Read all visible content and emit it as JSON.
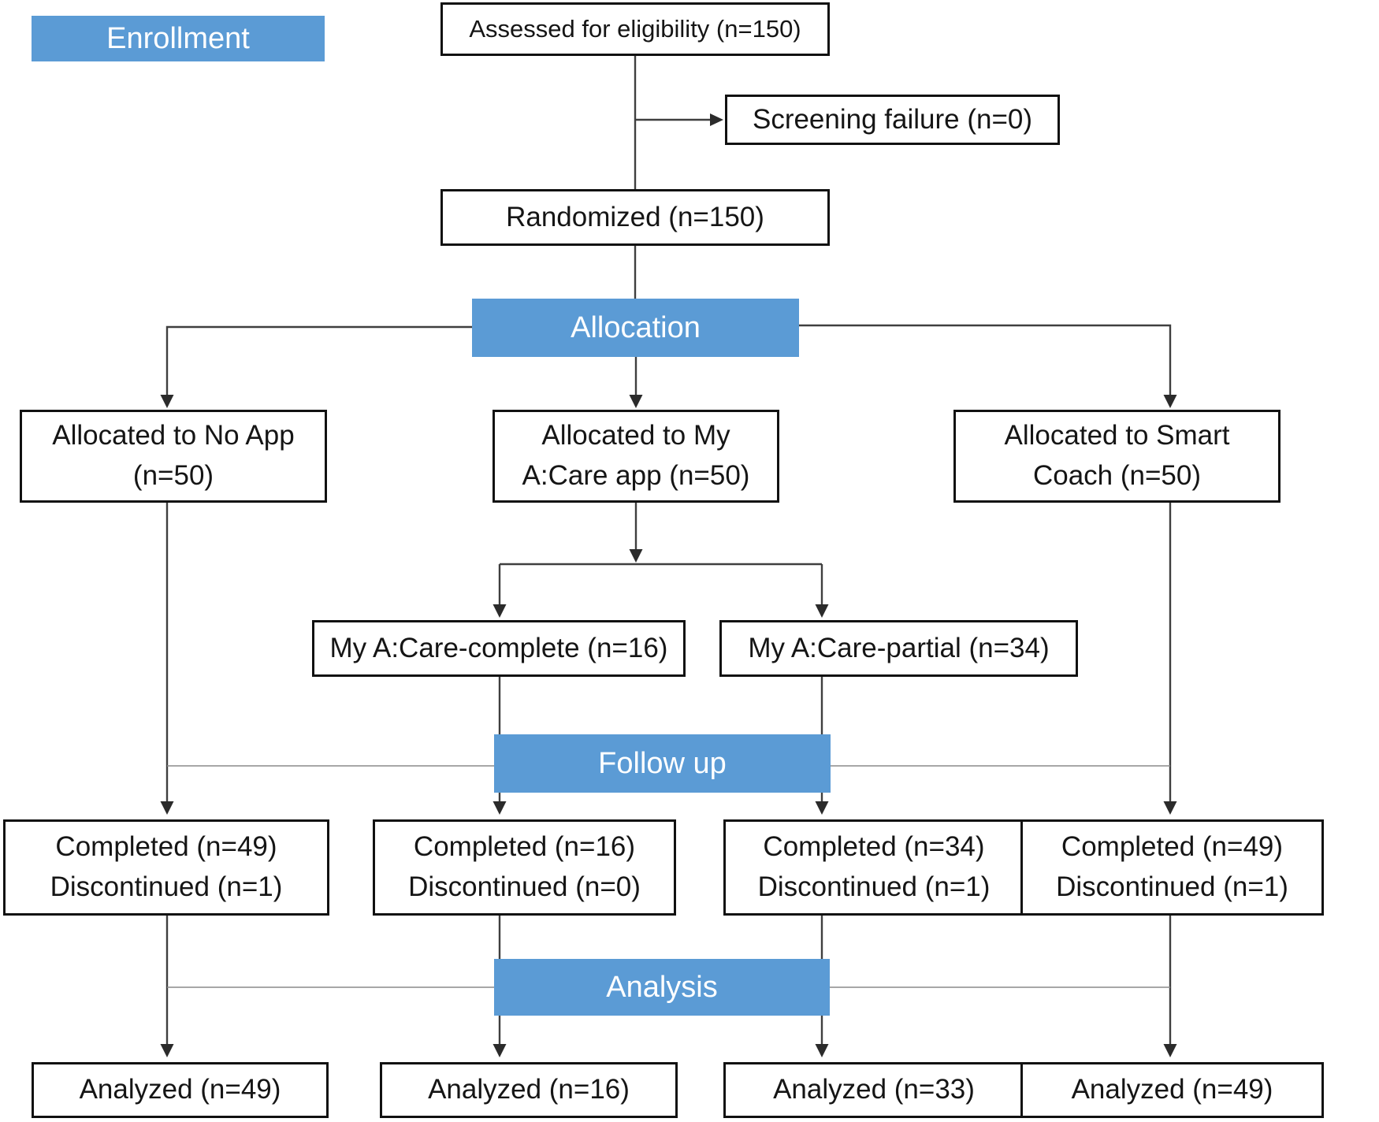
{
  "colors": {
    "banner_blue": "#5b9bd5",
    "banner_text": "#ffffff",
    "box_border": "#111111",
    "connector": "#3f3f3f"
  },
  "banners": {
    "enrollment": "Enrollment"
  },
  "top": {
    "assessed": "Assessed for eligibility (n=150)",
    "screening_failure": "Screening failure (n=0)",
    "randomized": "Randomized (n=150)"
  },
  "allocation": {
    "banner": "Allocation",
    "groups": [
      "Allocated to No App\n(n=50)",
      "Allocated to My\nA:Care app (n=50)",
      "Allocated to Smart\nCoach (n=50)"
    ],
    "subgroups": [
      "My A:Care-complete (n=16)",
      "My A:Care-partial (n=34)"
    ]
  },
  "follow_up": {
    "banner": "Follow up",
    "outcomes": [
      "Completed (n=49)\nDiscontinued (n=1)",
      "Completed (n=16)\nDiscontinued (n=0)",
      "Completed (n=34)\nDiscontinued (n=1)",
      "Completed (n=49)\nDiscontinued (n=1)"
    ]
  },
  "analysis": {
    "banner": "Analysis",
    "analyzed": [
      "Analyzed (n=49)",
      "Analyzed (n=16)",
      "Analyzed (n=33)",
      "Analyzed (n=49)"
    ]
  }
}
